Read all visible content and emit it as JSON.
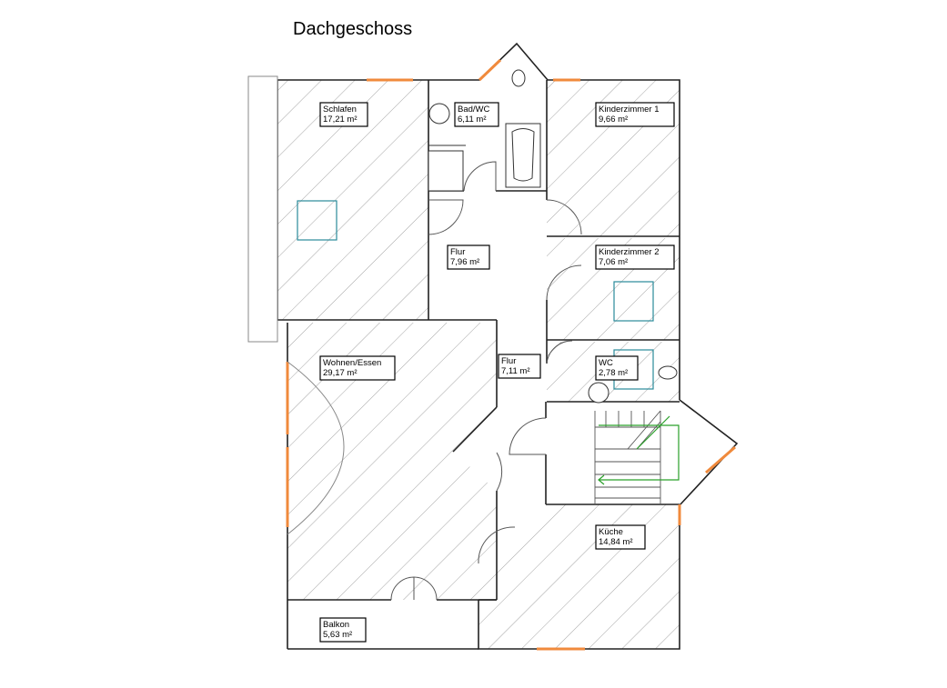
{
  "title": "Dachgeschoss",
  "colors": {
    "wall": "#222222",
    "hatch": "#9a9a9a",
    "window": "#f08a3c",
    "skylight": "#2a8a9a",
    "stair_arrow": "#2aa02a"
  },
  "rooms": [
    {
      "key": "schlafen",
      "name": "Schlafen",
      "area": "17,21 m²"
    },
    {
      "key": "bad",
      "name": "Bad/WC",
      "area": "6,11 m²"
    },
    {
      "key": "kind1",
      "name": "Kinderzimmer 1",
      "area": "9,66 m²"
    },
    {
      "key": "kind2",
      "name": "Kinderzimmer 2",
      "area": "7,06 m²"
    },
    {
      "key": "flur_oben",
      "name": "Flur",
      "area": "7,96 m²"
    },
    {
      "key": "flur_unten",
      "name": "Flur",
      "area": "7,11 m²"
    },
    {
      "key": "wc",
      "name": "WC",
      "area": "2,78 m²"
    },
    {
      "key": "wohnen",
      "name": "Wohnen/Essen",
      "area": "29,17 m²"
    },
    {
      "key": "kueche",
      "name": "Küche",
      "area": "14,84 m²"
    },
    {
      "key": "balkon",
      "name": "Balkon",
      "area": "5,63 m²"
    }
  ]
}
